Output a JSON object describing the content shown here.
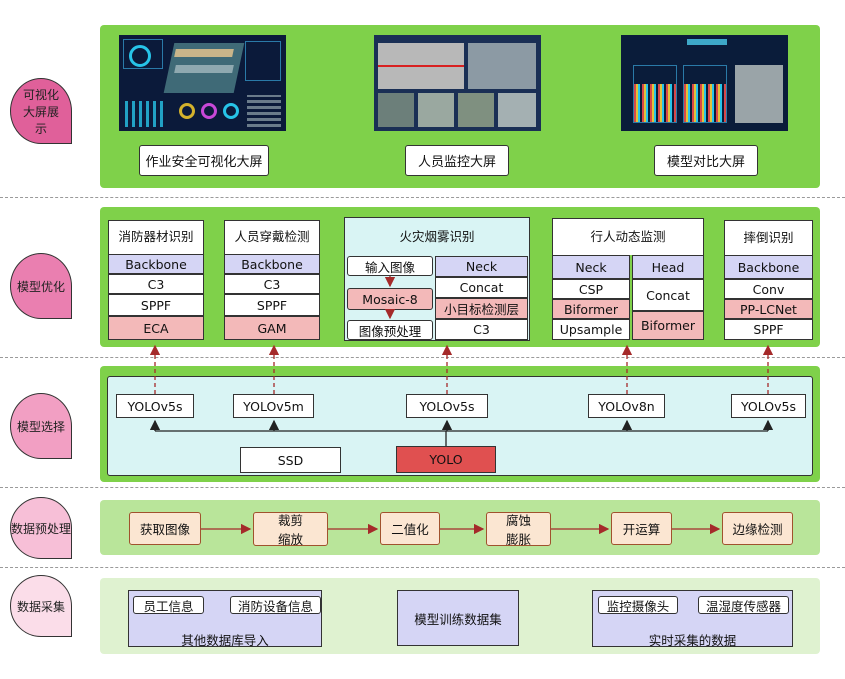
{
  "layers": {
    "display": {
      "tag": "可视化大屏展示",
      "screens": [
        "作业安全可视化大屏",
        "人员监控大屏",
        "模型对比大屏"
      ]
    },
    "optimize": {
      "tag": "模型优化",
      "fire_equipment": {
        "title": "消防器材识别",
        "items": [
          "Backbone",
          "C3",
          "SPPF",
          "ECA"
        ]
      },
      "ppe": {
        "title": "人员穿戴检测",
        "items": [
          "Backbone",
          "C3",
          "SPPF",
          "GAM"
        ]
      },
      "smoke": {
        "title": "火灾烟雾识别",
        "left": [
          "输入图像",
          "Mosaic-8",
          "图像预处理"
        ],
        "right": [
          "Neck",
          "Concat",
          "小目标检测层",
          "C3"
        ]
      },
      "pedestrian": {
        "title": "行人动态监测",
        "left": [
          "Neck",
          "CSP",
          "Biformer",
          "Upsample"
        ],
        "right": [
          "Head",
          "Concat",
          "Biformer"
        ]
      },
      "fall": {
        "title": "摔倒识别",
        "items": [
          "Backbone",
          "Conv",
          "PP-LCNet",
          "SPPF"
        ]
      }
    },
    "select": {
      "tag": "模型选择",
      "models": [
        "YOLOv5s",
        "YOLOv5m",
        "YOLOv5s",
        "YOLOv8n",
        "YOLOv5s"
      ],
      "ssd": "SSD",
      "yolo": "YOLO"
    },
    "preprocess": {
      "tag": "数据预处理",
      "steps": [
        "获取图像",
        "裁剪\n缩放",
        "二值化",
        "腐蚀\n膨胀",
        "开运算",
        "边缘检测"
      ]
    },
    "collect": {
      "tag": "数据采集",
      "db": {
        "items": [
          "员工信息",
          "消防设备信息"
        ],
        "label": "其他数据库导入"
      },
      "train": "模型训练数据集",
      "realtime": {
        "items": [
          "监控摄像头",
          "温湿度传感器"
        ],
        "label": "实时采集的数据"
      }
    }
  },
  "colors": {
    "green_band": "#7fd14a",
    "light_green": "#b9e59a",
    "pale_green": "#dff2d0",
    "cyan": "#d9f4f4",
    "lavender": "#d5d5f5",
    "pink": "#f3b9b9",
    "red": "#e05050",
    "peach": "#fbe6d2",
    "arrow_red": "#a52a2a"
  }
}
